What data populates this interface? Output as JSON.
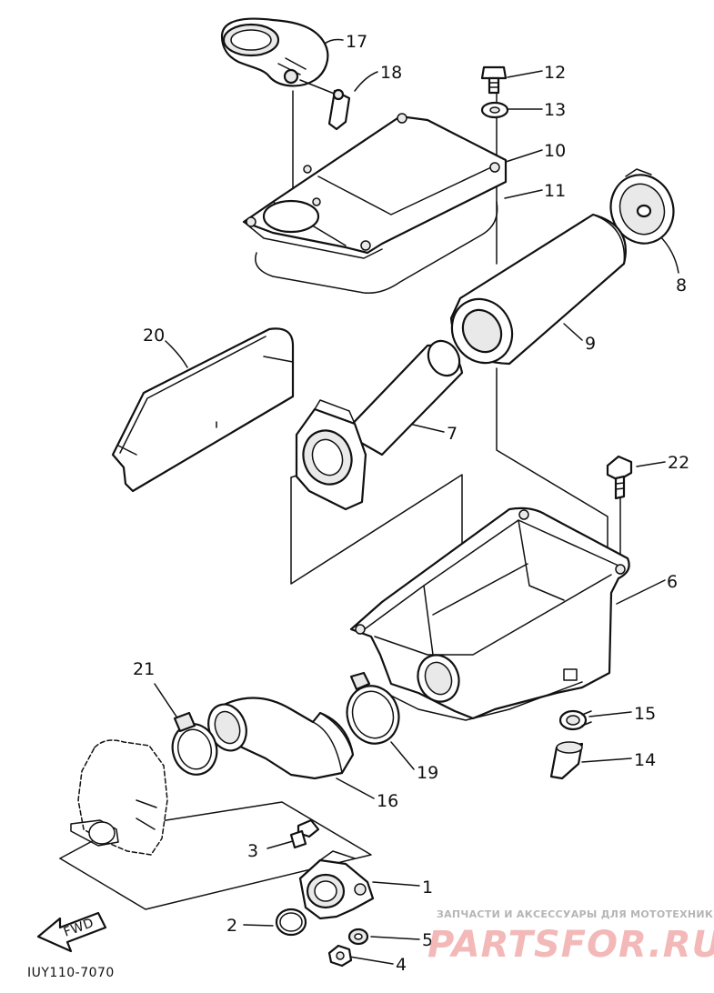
{
  "part_numbers": [
    "17",
    "18",
    "12",
    "13",
    "10",
    "11",
    "8",
    "9",
    "20",
    "7",
    "22",
    "6",
    "21",
    "15",
    "14",
    "19",
    "16",
    "3",
    "1",
    "2",
    "5",
    "4"
  ],
  "fwd_label": "FWD",
  "diagram_code": "IUY110-7070",
  "watermark": {
    "caption": "ЗАПЧАСТИ И АКСЕССУАРЫ ДЛЯ МОТОТЕХНИКИ",
    "logo": "PARTSFOR.RU"
  }
}
